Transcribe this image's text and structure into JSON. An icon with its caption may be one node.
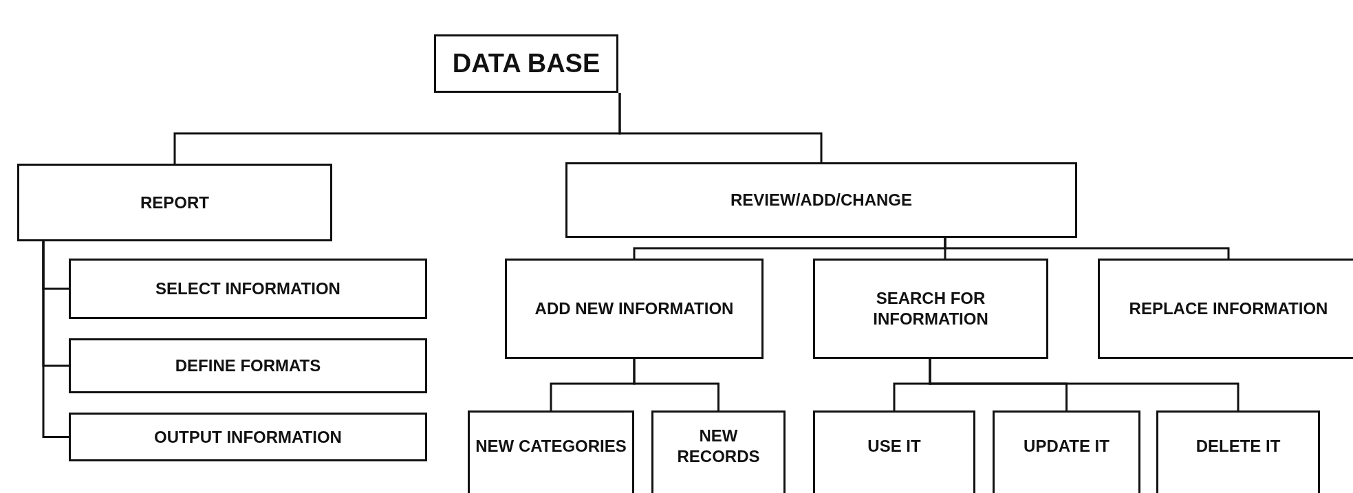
{
  "diagram": {
    "nodes": [
      {
        "text": [
          "DATA BASE"
        ]
      },
      {
        "text": [
          "REPORT"
        ]
      },
      {
        "text": [
          "REVIEW/ADD/CHANGE"
        ]
      },
      {
        "text": [
          "SELECT INFORMATION"
        ]
      },
      {
        "text": [
          "DEFINE FORMATS"
        ]
      },
      {
        "text": [
          "OUTPUT INFORMATION"
        ]
      },
      {
        "text": [
          "ADD NEW INFORMATION"
        ]
      },
      {
        "text": [
          "SEARCH FOR INFORMATION"
        ]
      },
      {
        "text": [
          "REPLACE INFORMATION"
        ]
      },
      {
        "text": [
          "NEW CATEGORIES"
        ]
      },
      {
        "text": [
          "NEW RECORDS"
        ]
      },
      {
        "text": [
          "USE IT"
        ]
      },
      {
        "text": [
          "UPDATE IT"
        ]
      },
      {
        "text": [
          "DELETE IT"
        ]
      }
    ],
    "edges": [
      {
        "from": 0,
        "to": 1,
        "arrow": "none"
      },
      {
        "from": 0,
        "to": 2,
        "arrow": "none"
      },
      {
        "from": 1,
        "to": 3,
        "arrow": "none"
      },
      {
        "from": 1,
        "to": 4,
        "arrow": "none"
      },
      {
        "from": 1,
        "to": 5,
        "arrow": "none"
      },
      {
        "from": 2,
        "to": 6,
        "arrow": "none"
      },
      {
        "from": 2,
        "to": 7,
        "arrow": "none"
      },
      {
        "from": 2,
        "to": 8,
        "arrow": "none"
      },
      {
        "from": 6,
        "to": 9,
        "arrow": "none"
      },
      {
        "from": 6,
        "to": 10,
        "arrow": "none"
      },
      {
        "from": 7,
        "to": 11,
        "arrow": "none"
      },
      {
        "from": 7,
        "to": 12,
        "arrow": "none"
      },
      {
        "from": 7,
        "to": 13,
        "arrow": "none"
      }
    ]
  }
}
